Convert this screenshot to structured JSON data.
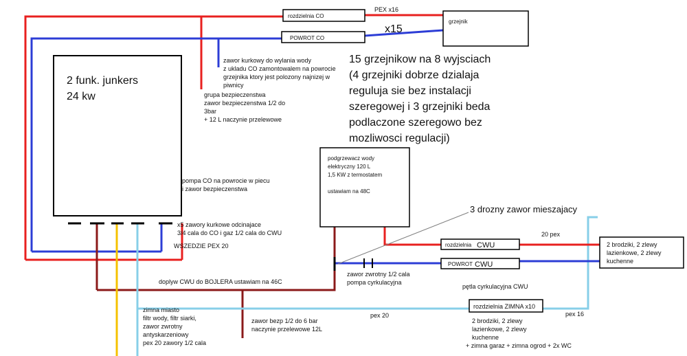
{
  "boiler": {
    "line1": "2 funk. junkers",
    "line2": "24 kw"
  },
  "boxes": {
    "rozdzielnia_co": "rozdzielnia CO",
    "powrot_co": "POWROT CO",
    "grzejnik": "grzejnik",
    "water_heater": [
      "podgrzewacz wody",
      "elektryczny 120 L",
      "1,5 KW z termostatem",
      "",
      "ustawiam na 48C"
    ],
    "rozdzielnia_cwu_prefix": "rozdzielnia",
    "rozdzielnia_cwu_suffix": "CWU",
    "powrot_cwu_prefix": "POWROT",
    "powrot_cwu_suffix": "CWU",
    "rozdzielnia_zimna": "rozdzielnia ZIMNA x10",
    "brodziki_right": [
      "2 brodziki, 2 zlewy",
      "lazienkowe, 2 zlewy",
      "kuchenne"
    ]
  },
  "labels": {
    "pex_x16_top": "PEX x16",
    "x15": "x15",
    "zawor_kurkowy": [
      "zawor kurkowy do wylania wody",
      "z ukladu CO zamontowalem na powrocie",
      "grzejnika ktory jest polozony najnizej w",
      "piwnicy"
    ],
    "grupa_bezp": [
      "grupa bezpieczenstwa",
      "zawor bezpieczenstwa 1/2 do",
      "3bar",
      "+ 12 L naczynie przelewowe"
    ],
    "summary": [
      "15 grzejnikow  na 8 wyjsciach",
      "(4 grzejniki dobrze dzialaja",
      "reguluja sie bez instalacji",
      "szeregowej i 3 grzejniki beda",
      "podlaczone szeregowo bez",
      "mozliwosci regulacji)"
    ],
    "pompa_co": [
      "pompa CO na powrocie w piecu",
      "i zawor bezpieczenstwa"
    ],
    "zawory_x5": [
      "x5 zawory kurkowe odcinajace",
      "3/4 cala do CO i gaz 1/2 cala do CWU"
    ],
    "wszedzie_pex": "WSZEDZIE PEX 20",
    "zawor_mieszajacy": "3 drozny zawor mieszajacy",
    "pex20_right": "20 pex",
    "zawor_zwrotny": [
      "zawor zwrotny 1/2 cala",
      "pompa cyrkulacyjna"
    ],
    "doplyw_cwu": "doplyw CWU do BOJLERA ustawiam na 46C",
    "petla_cyrk": "pętla cyrkulacyjna CWU",
    "zimna_miasto": [
      "zimna miasto",
      "filtr wody, filtr siarki,",
      "zawor zwrotny",
      "antyskarzeniowy",
      "pex 20 zawory 1/2 cala"
    ],
    "zawor_bezp_bottom": [
      "zawor bezp 1/2 do 6 bar",
      "naczynie przelewowe 12L"
    ],
    "pex20_bottom": "pex 20",
    "pex16_bottom": "pex 16",
    "brodziki_bottom": [
      "2 brodziki, 2 zlewy",
      "lazienkowe, 2 zlewy",
      "kuchenne",
      "+ zimna garaz + zimna ogrod + 2x WC"
    ]
  },
  "colors": {
    "hot": "#e8201f",
    "return": "#2c3dd6",
    "cwu_supply": "#8b1a1a",
    "gas": "#f5c200",
    "cold": "#87cfe8",
    "grey_pointer": "#7f7f7f"
  }
}
